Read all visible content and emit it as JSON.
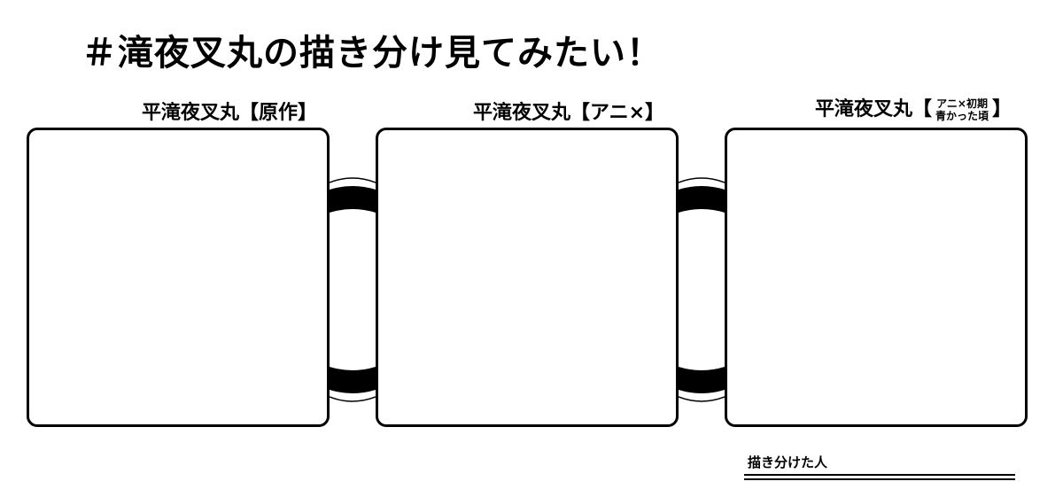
{
  "title": "＃滝夜叉丸の描き分け見てみたい！",
  "panels": [
    {
      "name": "平滝夜叉丸",
      "open": "【",
      "tag": "原作",
      "close": "】"
    },
    {
      "name": "平滝夜叉丸",
      "open": "【",
      "tag": "アニ×",
      "close": "】"
    },
    {
      "name": "平滝夜叉丸",
      "open": "【",
      "tag_line1": "アニ×初期",
      "tag_line2": "青かった頃",
      "close": "】"
    }
  ],
  "signature": {
    "label": "描き分けた人"
  }
}
